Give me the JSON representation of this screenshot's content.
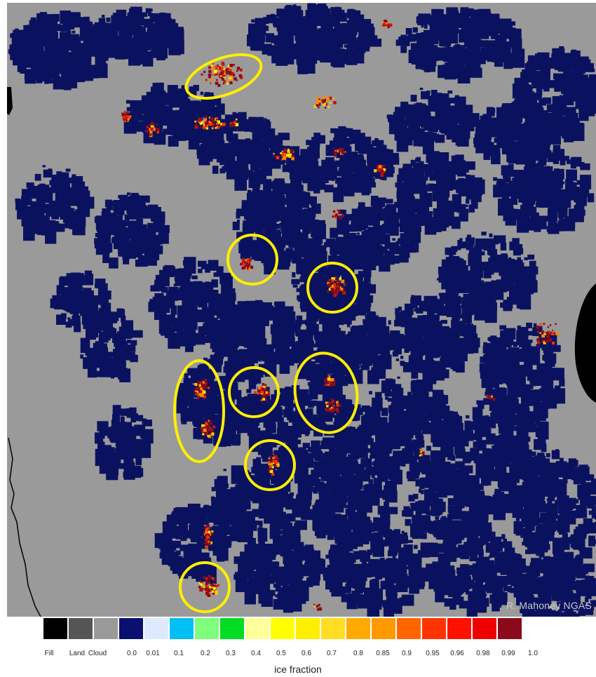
{
  "image": {
    "credit": "R. Mahoney NGAS",
    "colors": {
      "cloud": "#9a9a9a",
      "clear_water": "#0a1260",
      "fill": "#000000",
      "marker": "#ffee00"
    }
  },
  "legend": {
    "title": "ice fraction",
    "labels": [
      "Fill",
      "Land",
      "Cloud",
      "0.0",
      "0.01",
      "0.1",
      "0.2",
      "0.3",
      "0.4",
      "0.5",
      "0.6",
      "0.7",
      "0.8",
      "0.85",
      "0.9",
      "0.95",
      "0.96",
      "0.98",
      "0.99",
      "1.0"
    ],
    "swatches": [
      {
        "color": "#000000"
      },
      {
        "color": "#555555"
      },
      {
        "color": "#999999"
      },
      {
        "color": "#0a1070"
      },
      {
        "color": "#dde9ff"
      },
      {
        "color": "#00bff3"
      },
      {
        "color": "#7dff7d"
      },
      {
        "color": "#00dd22"
      },
      {
        "color": "#ffff99"
      },
      {
        "color": "#ffff00"
      },
      {
        "color": "#ffee00"
      },
      {
        "color": "#ffdd22"
      },
      {
        "color": "#ffaa00"
      },
      {
        "color": "#ff9900"
      },
      {
        "color": "#ff6600"
      },
      {
        "color": "#ff3300"
      },
      {
        "color": "#ff1100"
      },
      {
        "color": "#ee0000"
      },
      {
        "color": "#8b0a1a"
      }
    ]
  }
}
